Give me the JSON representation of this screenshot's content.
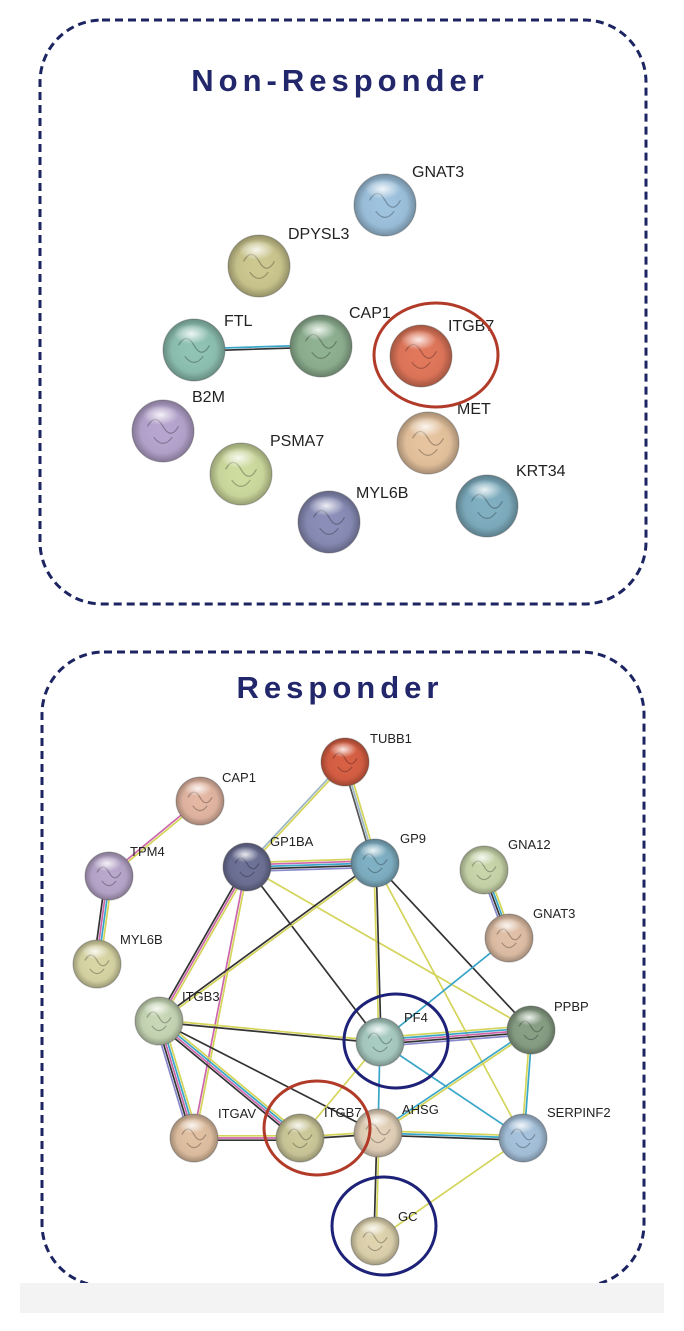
{
  "panels": [
    {
      "id": "non-responder",
      "title": "Non-Responder",
      "nodes": [
        {
          "id": "GNAT3",
          "label": "GNAT3",
          "color": "#9ec3df"
        },
        {
          "id": "DPYSL3",
          "label": "DPYSL3",
          "color": "#cdc88f"
        },
        {
          "id": "FTL",
          "label": "FTL",
          "color": "#8fc3b4"
        },
        {
          "id": "CAP1",
          "label": "CAP1",
          "color": "#8fb292"
        },
        {
          "id": "ITGB7",
          "label": "ITGB7",
          "color": "#e2775a"
        },
        {
          "id": "B2M",
          "label": "B2M",
          "color": "#b7a5cf"
        },
        {
          "id": "MET",
          "label": "MET",
          "color": "#e7c49f"
        },
        {
          "id": "PSMA7",
          "label": "PSMA7",
          "color": "#cfdc9f"
        },
        {
          "id": "KRT34",
          "label": "KRT34",
          "color": "#7fafc1"
        },
        {
          "id": "MYL6B",
          "label": "MYL6B",
          "color": "#8a8eb8"
        }
      ],
      "edges": [
        {
          "source": "FTL",
          "target": "CAP1",
          "colors": [
            "#38a6c8",
            "#333333"
          ]
        }
      ],
      "highlights": [
        {
          "node": "ITGB7",
          "color": "#b13a28"
        }
      ]
    },
    {
      "id": "responder",
      "title": "Responder",
      "nodes": [
        {
          "id": "TUBB1",
          "label": "TUBB1",
          "color": "#d85f43"
        },
        {
          "id": "CAP1",
          "label": "CAP1",
          "color": "#e4b7a3"
        },
        {
          "id": "TPM4",
          "label": "TPM4",
          "color": "#b9a7cc"
        },
        {
          "id": "GP1BA",
          "label": "GP1BA",
          "color": "#6d7196"
        },
        {
          "id": "GP9",
          "label": "GP9",
          "color": "#7fb0c4"
        },
        {
          "id": "GNA12",
          "label": "GNA12",
          "color": "#c9d6aa"
        },
        {
          "id": "GNAT3",
          "label": "GNAT3",
          "color": "#e1c0a6"
        },
        {
          "id": "MYL6B",
          "label": "MYL6B",
          "color": "#d9d6a5"
        },
        {
          "id": "ITGB3",
          "label": "ITGB3",
          "color": "#c8d8b6"
        },
        {
          "id": "PF4",
          "label": "PF4",
          "color": "#a9ccc2"
        },
        {
          "id": "PPBP",
          "label": "PPBP",
          "color": "#889f85"
        },
        {
          "id": "ITGAV",
          "label": "ITGAV",
          "color": "#e2c1a2"
        },
        {
          "id": "ITGB7",
          "label": "ITGB7",
          "color": "#cdc99a"
        },
        {
          "id": "AHSG",
          "label": "AHSG",
          "color": "#e4d2ba"
        },
        {
          "id": "SERPINF2",
          "label": "SERPINF2",
          "color": "#a6c2dc"
        },
        {
          "id": "GC",
          "label": "GC",
          "color": "#dfd4ae"
        }
      ],
      "edges": [
        {
          "source": "TUBB1",
          "target": "GP1BA",
          "colors": [
            "#d4d45a",
            "#9ab6c2"
          ]
        },
        {
          "source": "TUBB1",
          "target": "GP9",
          "colors": [
            "#d4d45a",
            "#9ab6c2",
            "#555555"
          ]
        },
        {
          "source": "CAP1",
          "target": "TPM4",
          "colors": [
            "#d4d45a",
            "#cc66aa"
          ]
        },
        {
          "source": "TPM4",
          "target": "MYL6B",
          "colors": [
            "#d4d45a",
            "#38a6c8",
            "#cc66aa",
            "#333333"
          ]
        },
        {
          "source": "GP1BA",
          "target": "GP9",
          "colors": [
            "#d4d45a",
            "#cc66aa",
            "#38a6c8",
            "#333333",
            "#8888cc"
          ]
        },
        {
          "source": "GP1BA",
          "target": "ITGB3",
          "colors": [
            "#d4d45a",
            "#cc66aa",
            "#333333"
          ]
        },
        {
          "source": "GP1BA",
          "target": "ITGAV",
          "colors": [
            "#d4d45a",
            "#cc66aa"
          ]
        },
        {
          "source": "GP1BA",
          "target": "PF4",
          "colors": [
            "#333333"
          ]
        },
        {
          "source": "GP1BA",
          "target": "PPBP",
          "colors": [
            "#d4d45a"
          ]
        },
        {
          "source": "GP9",
          "target": "ITGB3",
          "colors": [
            "#d4d45a",
            "#333333"
          ]
        },
        {
          "source": "GP9",
          "target": "PF4",
          "colors": [
            "#333333",
            "#d4d45a"
          ]
        },
        {
          "source": "GP9",
          "target": "PPBP",
          "colors": [
            "#333333"
          ]
        },
        {
          "source": "GP9",
          "target": "SERPINF2",
          "colors": [
            "#d4d45a"
          ]
        },
        {
          "source": "GNA12",
          "target": "GNAT3",
          "colors": [
            "#d4d45a",
            "#38a6c8",
            "#333333",
            "#8888cc"
          ]
        },
        {
          "source": "GNAT3",
          "target": "PF4",
          "colors": [
            "#38a6c8"
          ]
        },
        {
          "source": "ITGB3",
          "target": "ITGAV",
          "colors": [
            "#d4d45a",
            "#38a6c8",
            "#cc66aa",
            "#333333",
            "#8888cc"
          ]
        },
        {
          "source": "ITGB3",
          "target": "ITGB7",
          "colors": [
            "#d4d45a",
            "#38a6c8",
            "#cc66aa",
            "#333333"
          ]
        },
        {
          "source": "ITGB3",
          "target": "PF4",
          "colors": [
            "#d4d45a",
            "#333333"
          ]
        },
        {
          "source": "ITGB3",
          "target": "AHSG",
          "colors": [
            "#333333"
          ]
        },
        {
          "source": "ITGAV",
          "target": "ITGB7",
          "colors": [
            "#d4d45a",
            "#cc66aa",
            "#333333"
          ]
        },
        {
          "source": "ITGB7",
          "target": "AHSG",
          "colors": [
            "#d4d45a",
            "#333333"
          ]
        },
        {
          "source": "ITGB7",
          "target": "PF4",
          "colors": [
            "#d4d45a"
          ]
        },
        {
          "source": "PF4",
          "target": "PPBP",
          "colors": [
            "#d4d45a",
            "#38a6c8",
            "#cc66aa",
            "#333333",
            "#8888cc"
          ]
        },
        {
          "source": "PF4",
          "target": "AHSG",
          "colors": [
            "#38a6c8"
          ]
        },
        {
          "source": "PF4",
          "target": "SERPINF2",
          "colors": [
            "#38a6c8"
          ]
        },
        {
          "source": "AHSG",
          "target": "PPBP",
          "colors": [
            "#38a6c8",
            "#d4d45a"
          ]
        },
        {
          "source": "AHSG",
          "target": "SERPINF2",
          "colors": [
            "#d4d45a",
            "#38a6c8",
            "#333333"
          ]
        },
        {
          "source": "AHSG",
          "target": "GC",
          "colors": [
            "#d4d45a",
            "#333333"
          ]
        },
        {
          "source": "PPBP",
          "target": "SERPINF2",
          "colors": [
            "#38a6c8",
            "#d4d45a"
          ]
        },
        {
          "source": "SERPINF2",
          "target": "GC",
          "colors": [
            "#d4d45a"
          ]
        }
      ],
      "highlights": [
        {
          "node": "ITGB7",
          "color": "#b13a28"
        },
        {
          "node": "PF4",
          "color": "#1d2278"
        },
        {
          "node": "GC",
          "color": "#1d2278"
        }
      ]
    }
  ]
}
